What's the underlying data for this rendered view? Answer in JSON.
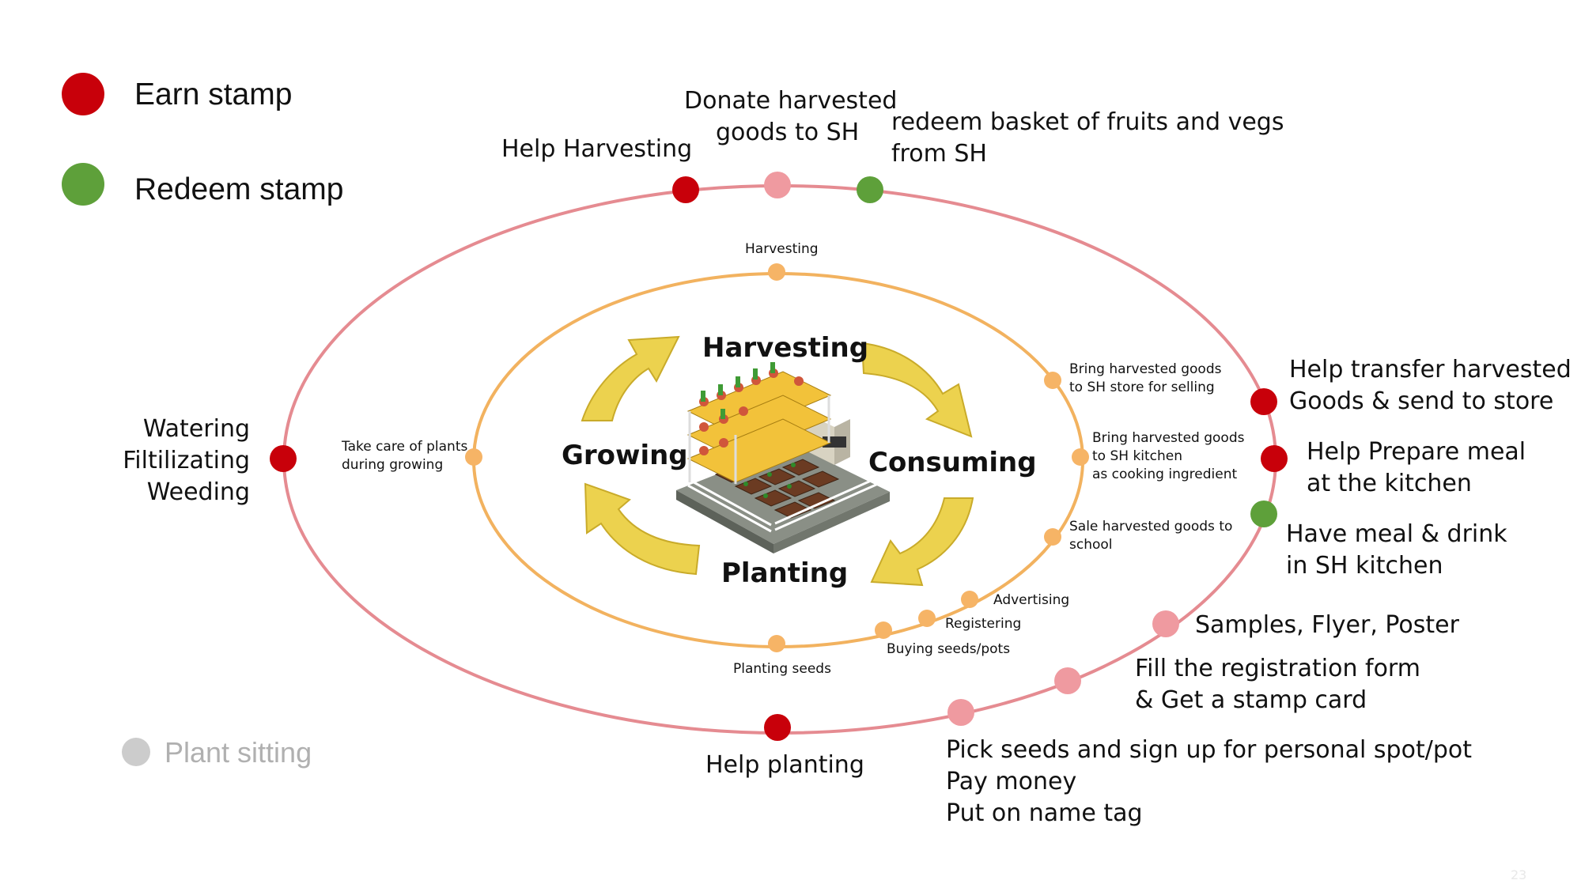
{
  "legend": {
    "earn": {
      "label": "Earn stamp",
      "color": "#c8000a"
    },
    "redeem": {
      "label": "Redeem stamp",
      "color": "#5ea03a"
    },
    "plant_sitting": {
      "label": "Plant sitting",
      "color": "#cccccc"
    }
  },
  "colors": {
    "outer_ring": "#e58b91",
    "inner_ring": "#f2b25f",
    "light_node": "#ef9aa0",
    "inner_node": "#f6b466",
    "arrow_fill": "#ecd24e",
    "arrow_edge": "#c9ab2a"
  },
  "cycle": {
    "harvesting": "Harvesting",
    "consuming": "Consuming",
    "planting": "Planting",
    "growing": "Growing"
  },
  "inner_ring": {
    "harvesting": "Harvesting",
    "bring_store_1": "Bring harvested goods",
    "bring_store_2": "to SH store for selling",
    "bring_kitchen_1": "Bring harvested goods",
    "bring_kitchen_2": "to SH kitchen",
    "bring_kitchen_3": "as cooking ingredient",
    "sale_school_1": "Sale harvested goods to",
    "sale_school_2": "school",
    "advertising": "Advertising",
    "registering": "Registering",
    "buying": "Buying seeds/pots",
    "planting_seeds": "Planting seeds",
    "take_care_1": "Take care of plants",
    "take_care_2": "during growing"
  },
  "outer_ring": {
    "help_harvesting": "Help Harvesting",
    "donate_1": "Donate harvested",
    "donate_2": "goods to SH",
    "redeem_basket_1": "redeem basket of fruits and vegs",
    "redeem_basket_2": "from SH",
    "transfer_1": "Help transfer harvested",
    "transfer_2": "Goods & send to store",
    "prepare_1": "Help Prepare meal",
    "prepare_2": "at the kitchen",
    "meal_1": "Have meal & drink",
    "meal_2": "in SH kitchen",
    "samples": "Samples, Flyer, Poster",
    "fill_form_1": "Fill the registration form",
    "fill_form_2": "& Get a stamp card",
    "pick_1": "Pick seeds and sign up for personal spot/pot",
    "pick_2": "Pay money",
    "pick_3": "Put on name tag",
    "help_planting": "Help planting",
    "watering_1": "Watering",
    "watering_2": "Filtilizating",
    "watering_3": "Weeding"
  },
  "page_number": "23"
}
